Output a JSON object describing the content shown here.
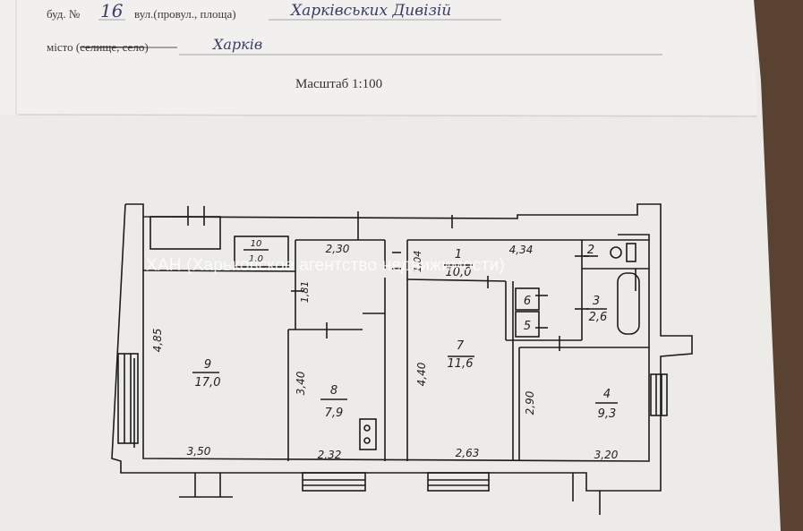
{
  "header": {
    "building_label": "буд. №",
    "building_number": "16",
    "street_label": "вул.(провул., площа)",
    "street_value": "Харківських Дивізій",
    "city_label_prefix": "місто (",
    "city_label_struck": "селище, село",
    "city_label_suffix": ")",
    "city_value": "Харків"
  },
  "scale_text": "Масштаб 1:100",
  "watermark": "ХАН (Харьковское агентство недвижимости)",
  "rooms": [
    {
      "id": "9",
      "area": "17,0"
    },
    {
      "id": "8",
      "area": "7,9"
    },
    {
      "id": "10",
      "area": "1,0"
    },
    {
      "id": "1",
      "area": "10,0"
    },
    {
      "id": "7",
      "area": "11,6"
    },
    {
      "id": "6",
      "area": ""
    },
    {
      "id": "5",
      "area": ""
    },
    {
      "id": "2",
      "area": ""
    },
    {
      "id": "3",
      "area": "2,6"
    },
    {
      "id": "4",
      "area": "9,3"
    }
  ],
  "dimensions": {
    "room9_height": "4,85",
    "room9_width": "3,50",
    "room8_height": "3,40",
    "room8_width": "2,32",
    "corridor_width": "2,30",
    "corridor_height": "1,81",
    "hall_width": "4,34",
    "hall_height": "1,04",
    "room7_height": "4,40",
    "room7_width": "2,63",
    "room4_height": "2,90",
    "room4_width": "3,20"
  }
}
